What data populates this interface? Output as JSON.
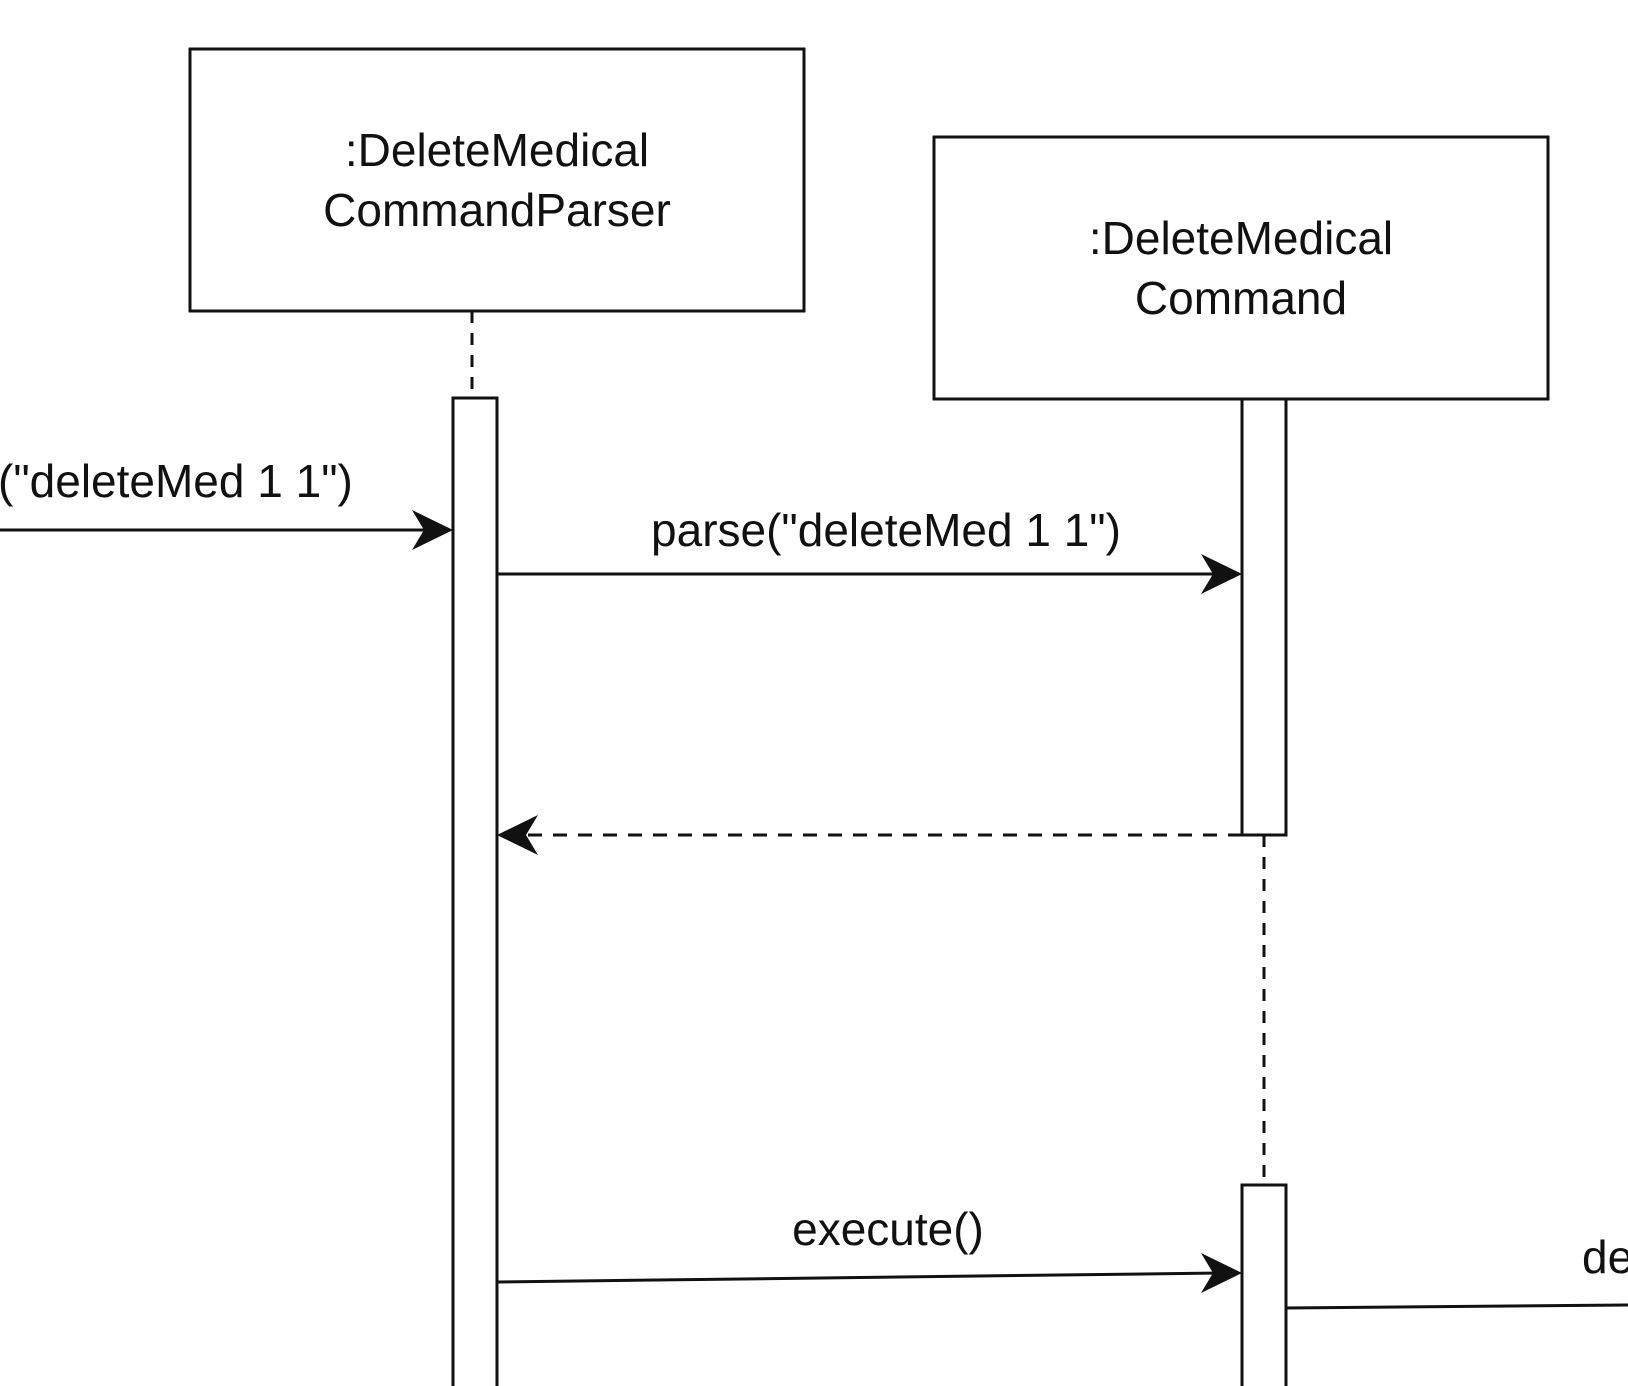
{
  "participants": [
    {
      "id": "parser",
      "line1": ":DeleteMedical",
      "line2": "CommandParser"
    },
    {
      "id": "command",
      "line1": ":DeleteMedical",
      "line2": "Command"
    }
  ],
  "messages": {
    "incoming_call": "(\"deleteMed 1 1\")",
    "parse_call": "parse(\"deleteMed 1 1\")",
    "return_arrow": "",
    "execute_call": "execute()",
    "outgoing_call_partial": "de"
  }
}
